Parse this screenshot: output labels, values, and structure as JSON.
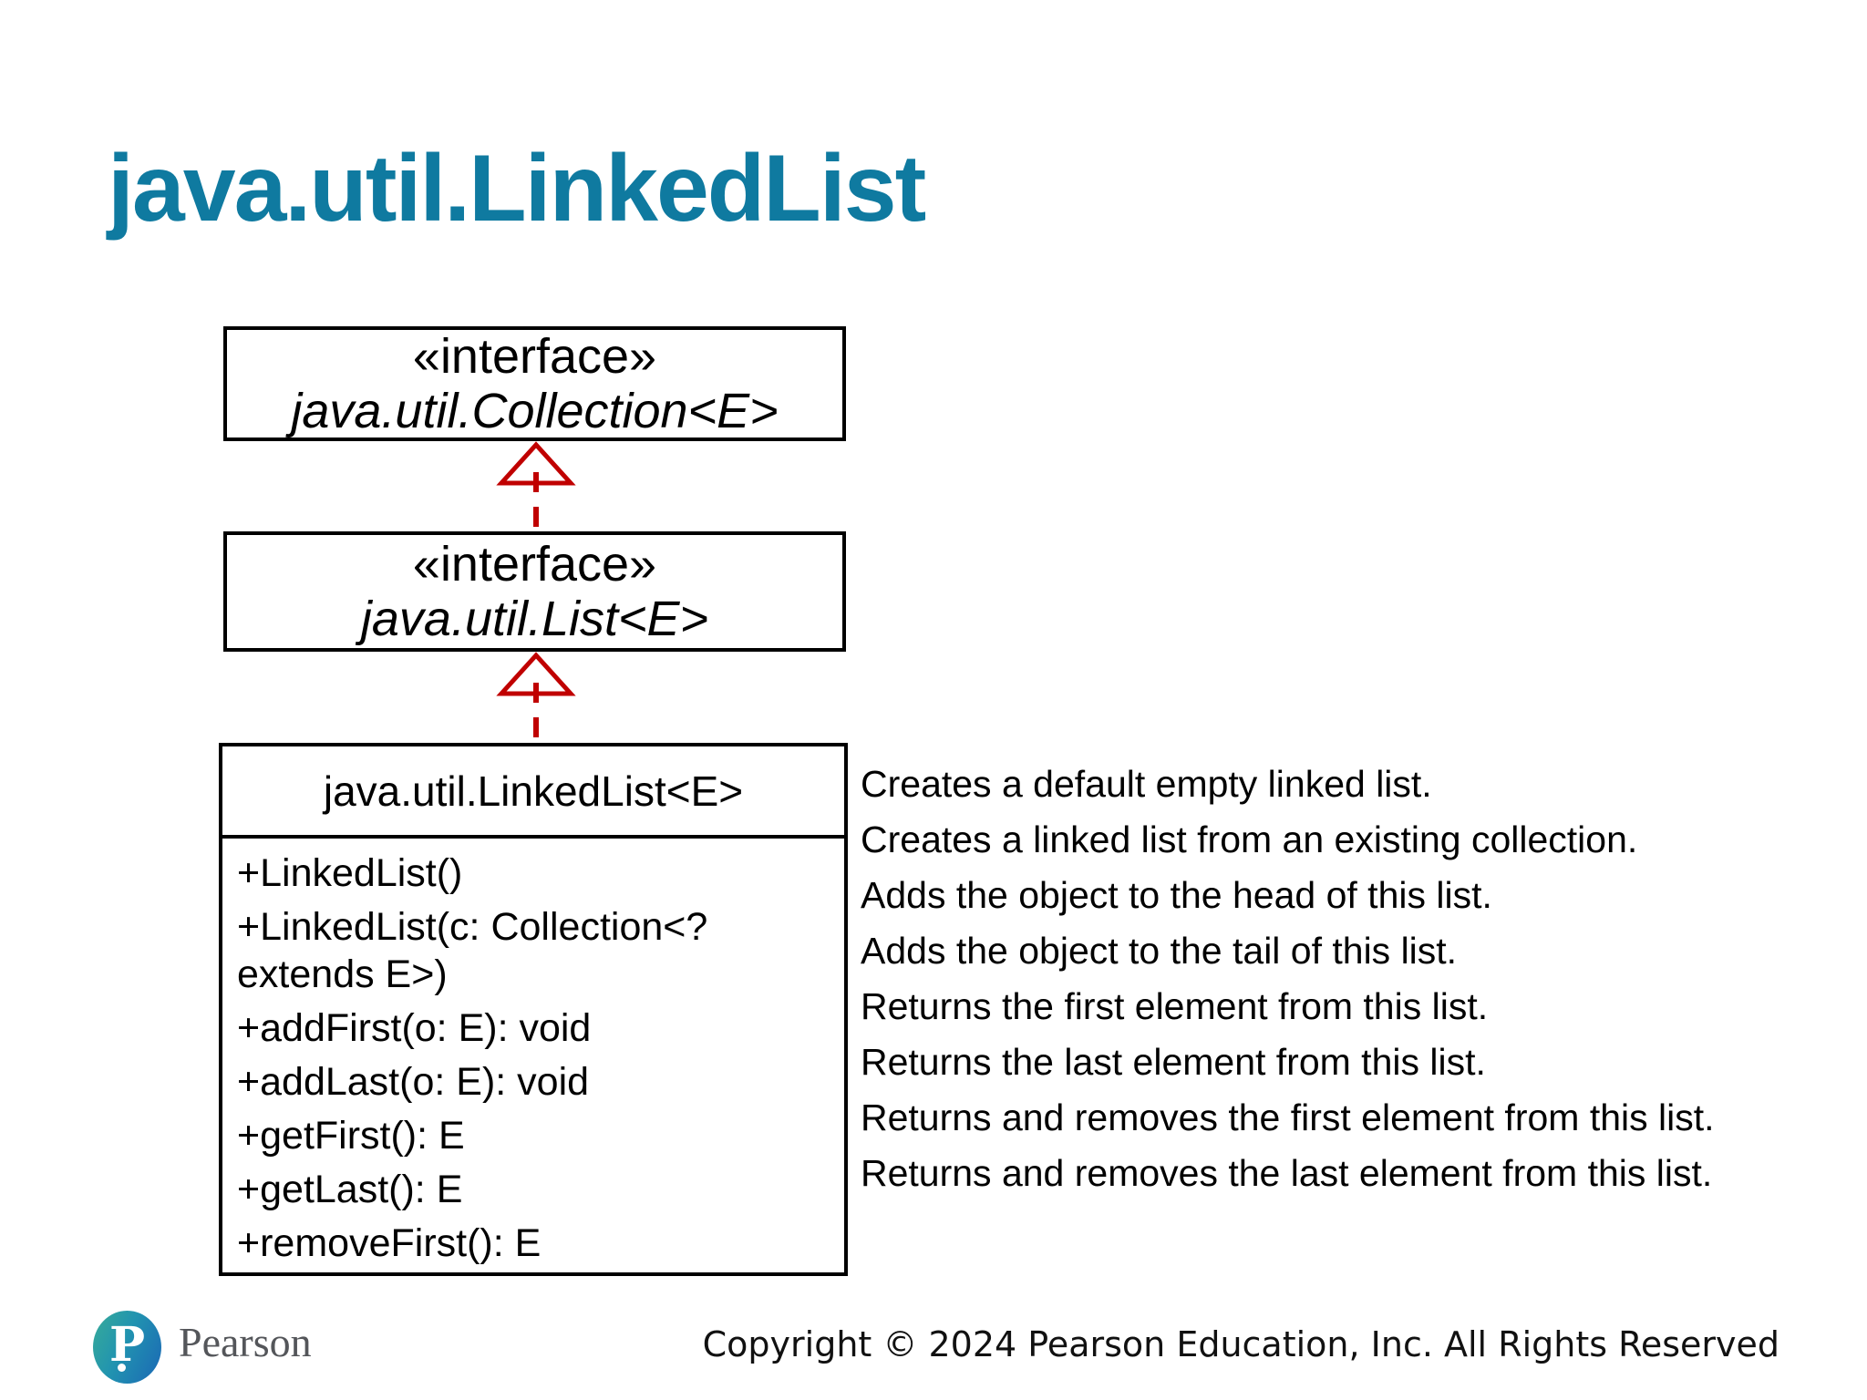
{
  "colors": {
    "title_color": "#0f7aa0",
    "arrow_color": "#c00000",
    "logo_teal": "#35a99b",
    "logo_blue": "#1c6fb4",
    "wordmark_gray": "#54565a"
  },
  "slide": {
    "title": "java.util.LinkedList"
  },
  "diagram": {
    "collection_box": {
      "stereotype": "«interface»",
      "name": "java.util.Collection<E>"
    },
    "list_box": {
      "stereotype": "«interface»",
      "name": "java.util.List<E>"
    },
    "linkedlist_box": {
      "name": "java.util.LinkedList<E>",
      "methods": [
        "+LinkedList()",
        "+LinkedList(c: Collection<? extends E>)",
        "+addFirst(o: E): void",
        "+addLast(o: E): void",
        "+getFirst(): E",
        "+getLast(): E",
        "+removeFirst(): E"
      ]
    }
  },
  "descriptions": [
    "Creates a default empty linked list.",
    "Creates a linked list from an existing collection.",
    "Adds the object to the head of this list.",
    "Adds the object to the tail of this list.",
    "Returns the first element from this list.",
    "Returns the last element from this list.",
    "Returns and removes the first element from this list.",
    "Returns and removes the last element from this list."
  ],
  "footer": {
    "logo_text": "Pearson",
    "copyright": "Copyright © 2024 Pearson Education, Inc. All Rights Reserved"
  }
}
